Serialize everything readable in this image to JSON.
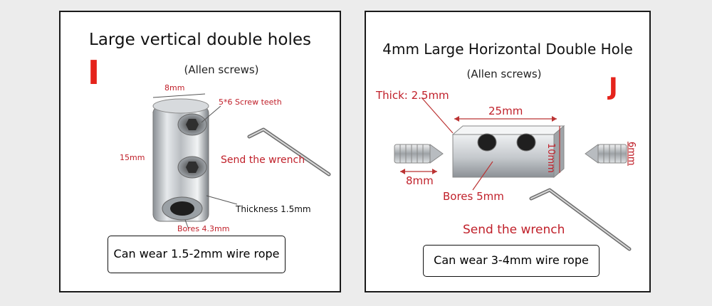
{
  "left_panel": {
    "title": "Large vertical double holes",
    "letter": "I",
    "subtitle": "(Allen screws)",
    "labels": {
      "width": "8mm",
      "screw_teeth": "5*6 Screw teeth",
      "height": "15mm",
      "wrench": "Send the wrench",
      "thickness": "Thickness 1.5mm",
      "bores": "Bores 4.3mm"
    },
    "caption": "Can wear 1.5-2mm wire rope"
  },
  "right_panel": {
    "title": "4mm Large Horizontal Double Hole",
    "letter": "J",
    "subtitle": "(Allen screws)",
    "labels": {
      "thick": "Thick: 2.5mm",
      "length": "25mm",
      "height": "10mm",
      "screw_right": "6mm",
      "screw_left": "8mm",
      "bores": "Bores 5mm",
      "wrench": "Send the wrench"
    },
    "caption": "Can wear 3-4mm wire rope"
  },
  "colors": {
    "accent_red": "#e5231b",
    "label_red": "#c0202a",
    "border": "#1a1a1a"
  }
}
